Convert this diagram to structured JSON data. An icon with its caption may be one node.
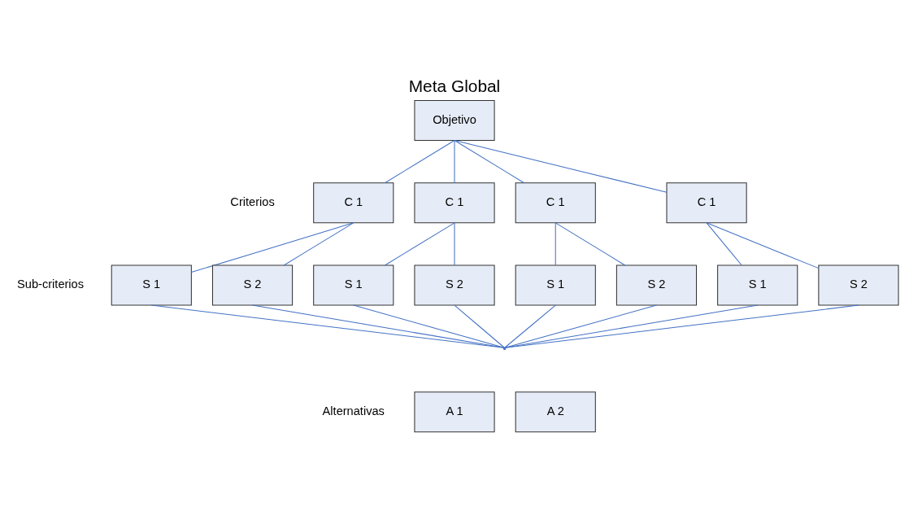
{
  "diagram": {
    "title": "Meta Global",
    "nodes": [
      {
        "text": [
          "Objetivo"
        ]
      },
      {
        "text": [
          "C 1"
        ]
      },
      {
        "text": [
          "C 1"
        ]
      },
      {
        "text": [
          "C 1"
        ]
      },
      {
        "text": [
          "C 1"
        ]
      },
      {
        "text": [
          "S 1"
        ]
      },
      {
        "text": [
          "S 2"
        ]
      },
      {
        "text": [
          "S 1"
        ]
      },
      {
        "text": [
          "S 2"
        ]
      },
      {
        "text": [
          "S 1"
        ]
      },
      {
        "text": [
          "S 2"
        ]
      },
      {
        "text": [
          "S 1"
        ]
      },
      {
        "text": [
          "S 2"
        ]
      },
      {
        "text": [
          "A 1"
        ]
      },
      {
        "text": [
          "A 2"
        ]
      },
      {
        "text": [],
        "shape": "point"
      }
    ],
    "edges": [
      {
        "from": 0,
        "to": 1,
        "arrow": "none"
      },
      {
        "from": 0,
        "to": 2,
        "arrow": "none"
      },
      {
        "from": 0,
        "to": 3,
        "arrow": "none"
      },
      {
        "from": 0,
        "to": 4,
        "arrow": "none"
      },
      {
        "from": 1,
        "to": 5,
        "arrow": "none"
      },
      {
        "from": 1,
        "to": 6,
        "arrow": "none"
      },
      {
        "from": 2,
        "to": 7,
        "arrow": "none"
      },
      {
        "from": 2,
        "to": 8,
        "arrow": "none"
      },
      {
        "from": 3,
        "to": 9,
        "arrow": "none"
      },
      {
        "from": 3,
        "to": 10,
        "arrow": "none"
      },
      {
        "from": 4,
        "to": 11,
        "arrow": "none"
      },
      {
        "from": 4,
        "to": 12,
        "arrow": "none"
      },
      {
        "from": 5,
        "to": 15,
        "arrow": "none"
      },
      {
        "from": 6,
        "to": 15,
        "arrow": "none"
      },
      {
        "from": 7,
        "to": 15,
        "arrow": "none"
      },
      {
        "from": 8,
        "to": 15,
        "arrow": "none"
      },
      {
        "from": 9,
        "to": 15,
        "arrow": "none"
      },
      {
        "from": 10,
        "to": 15,
        "arrow": "none"
      },
      {
        "from": 11,
        "to": 15,
        "arrow": "none"
      },
      {
        "from": 12,
        "to": 15,
        "arrow": "none"
      }
    ],
    "labels": [
      "Criterios",
      "Sub-criterios",
      "Alternativas"
    ]
  }
}
